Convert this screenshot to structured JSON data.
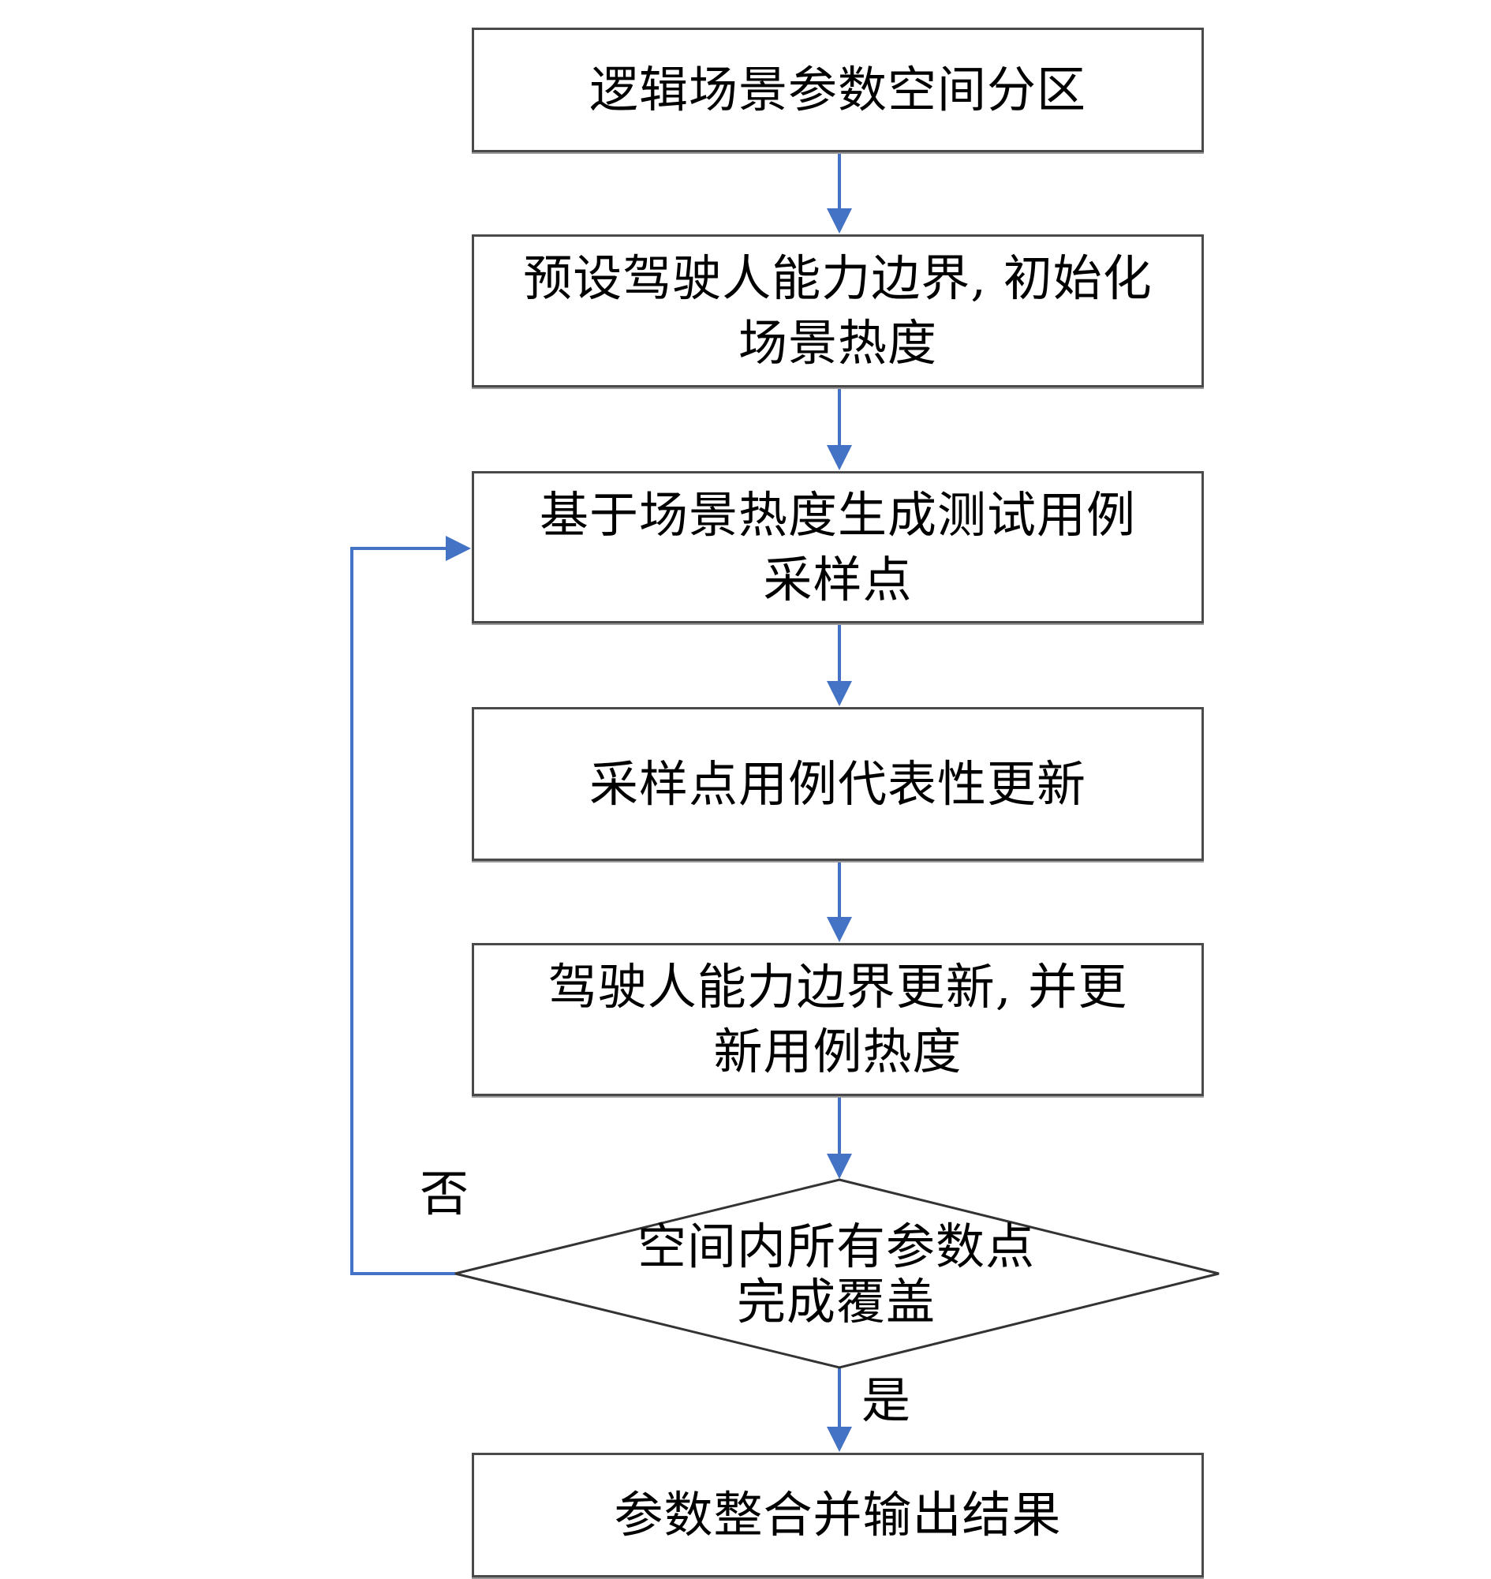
{
  "colors": {
    "arrow": "#4472c4",
    "border": "#4a4a4a"
  },
  "steps": [
    {
      "lines": [
        "逻辑场景参数空间分区"
      ]
    },
    {
      "lines": [
        "预设驾驶人能力边界, 初始化",
        "场景热度"
      ]
    },
    {
      "lines": [
        "基于场景热度生成测试用例",
        "采样点"
      ]
    },
    {
      "lines": [
        "采样点用例代表性更新"
      ]
    },
    {
      "lines": [
        "驾驶人能力边界更新, 并更",
        "新用例热度"
      ]
    }
  ],
  "decision": {
    "lines": [
      "空间内所有参数点",
      "完成覆盖"
    ],
    "no_label": "否",
    "yes_label": "是"
  },
  "final_step": {
    "lines": [
      "参数整合并输出结果"
    ]
  }
}
